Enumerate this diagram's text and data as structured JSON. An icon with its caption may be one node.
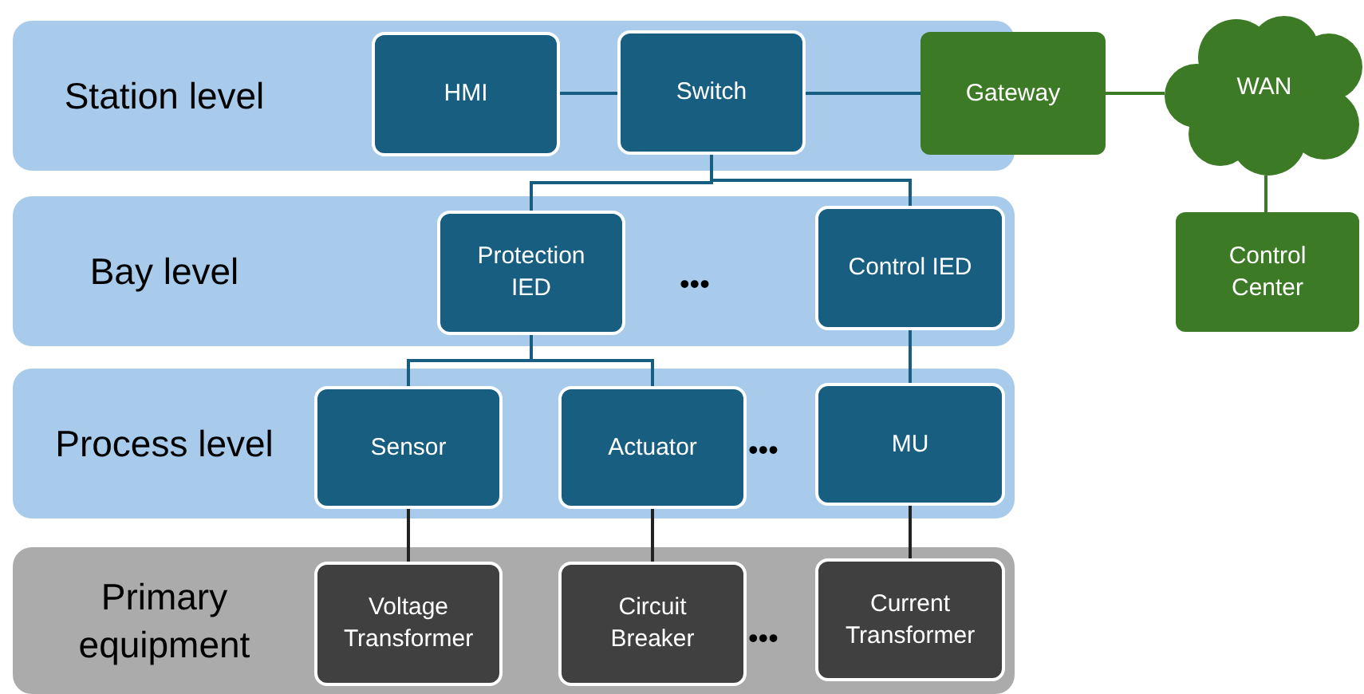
{
  "diagram": {
    "nodes": [
      {
        "text": [
          "Station level"
        ]
      },
      {
        "text": [
          "HMI"
        ],
        "in": 0
      },
      {
        "text": [
          "Switch"
        ],
        "in": 0
      },
      {
        "text": [
          "Gateway"
        ]
      },
      {
        "text": [
          "WAN"
        ]
      },
      {
        "text": [
          "Control Center"
        ]
      },
      {
        "text": [
          "Bay level"
        ]
      },
      {
        "text": [
          "Protection IED"
        ],
        "in": 6
      },
      {
        "text": [
          "Control IED"
        ],
        "in": 6
      },
      {
        "text": [
          "Process level"
        ]
      },
      {
        "text": [
          "Sensor"
        ],
        "in": 9
      },
      {
        "text": [
          "Actuator"
        ],
        "in": 9
      },
      {
        "text": [
          "MU"
        ],
        "in": 9
      },
      {
        "text": [
          "Primary equipment"
        ]
      },
      {
        "text": [
          "Voltage Transformer"
        ],
        "in": 13
      },
      {
        "text": [
          "Circuit Breaker"
        ],
        "in": 13
      },
      {
        "text": [
          "Current Transformer"
        ],
        "in": 13
      }
    ],
    "edges": [
      {
        "from": 1,
        "to": 2,
        "arrow": "none"
      },
      {
        "from": 2,
        "to": 3,
        "arrow": "none"
      },
      {
        "from": 3,
        "to": 4,
        "arrow": "none",
        "color": "#3d7a26"
      },
      {
        "from": 4,
        "to": 5,
        "arrow": "none",
        "color": "#3d7a26"
      },
      {
        "from": 2,
        "to": 7,
        "arrow": "none"
      },
      {
        "from": 2,
        "to": 8,
        "arrow": "none"
      },
      {
        "from": 7,
        "to": 10,
        "arrow": "none"
      },
      {
        "from": 7,
        "to": 11,
        "arrow": "none"
      },
      {
        "from": 8,
        "to": 12,
        "arrow": "none"
      },
      {
        "from": 10,
        "to": 14,
        "arrow": "none",
        "color": "#222222"
      },
      {
        "from": 11,
        "to": 15,
        "arrow": "none",
        "color": "#222222"
      },
      {
        "from": 12,
        "to": 16,
        "arrow": "none",
        "color": "#222222"
      }
    ],
    "labels": [
      "•••",
      "•••",
      "•••"
    ]
  }
}
